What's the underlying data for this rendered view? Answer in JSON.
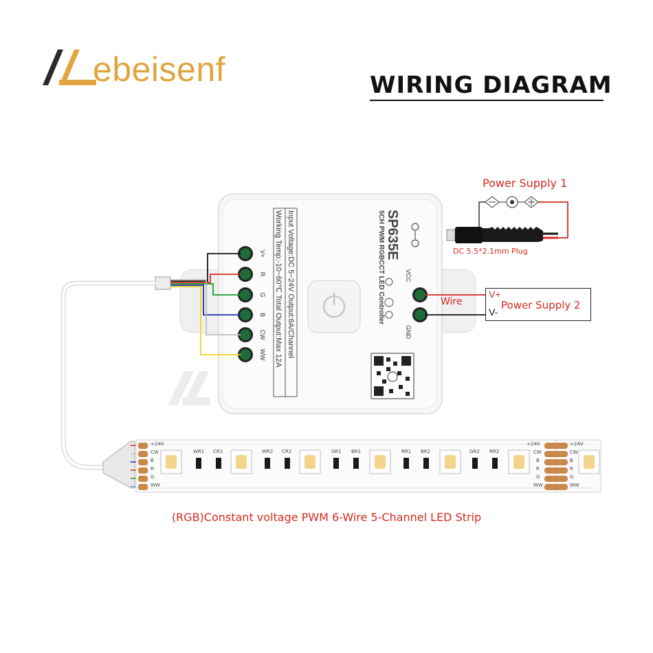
{
  "brand": {
    "logo_text": "ebeisenf"
  },
  "title": "WIRING DIAGRAM",
  "power_supply_1": {
    "label": "Power Supply 1",
    "plug_label": "DC 5.5*2.1mm Plug"
  },
  "power_supply_2": {
    "label": "Power Supply 2",
    "v_plus": "V+",
    "v_minus": "V-"
  },
  "wire_label": "Wire",
  "controller": {
    "model": "SP635E",
    "subtitle": "5CH PWM RGBCCT LED Controller",
    "spec_line_1": "Input Voltage:DC 5~24V     Output:6A/Channel",
    "spec_line_2": "Working Temp:-10~60℃     Total Output:Max 12A",
    "output_terminals": [
      "V+",
      "R",
      "G",
      "B",
      "CW",
      "WW"
    ],
    "input_terminals": [
      "VCC",
      "GND"
    ]
  },
  "strip": {
    "caption": "(RGB)Constant voltage PWM 6-Wire 5-Channel LED Strip",
    "pad_labels": [
      "+24V",
      "CW",
      "B",
      "R",
      "G",
      "WW"
    ],
    "resistor_labels": [
      "WR1",
      "CR1",
      "WR2",
      "CR2",
      "GR1",
      "BR1",
      "RR1",
      "BR2",
      "GR2",
      "RR2"
    ],
    "end_label": "+24V"
  },
  "colors": {
    "accent_orange": "#e0a53e",
    "label_red": "#d42a1f",
    "wire_black": "#111111",
    "wire_red": "#d42a1f",
    "wire_green": "#1a9a2a",
    "wire_blue": "#1a2fb0",
    "wire_white": "#bdbdbd",
    "wire_yellow": "#f2d21b"
  }
}
